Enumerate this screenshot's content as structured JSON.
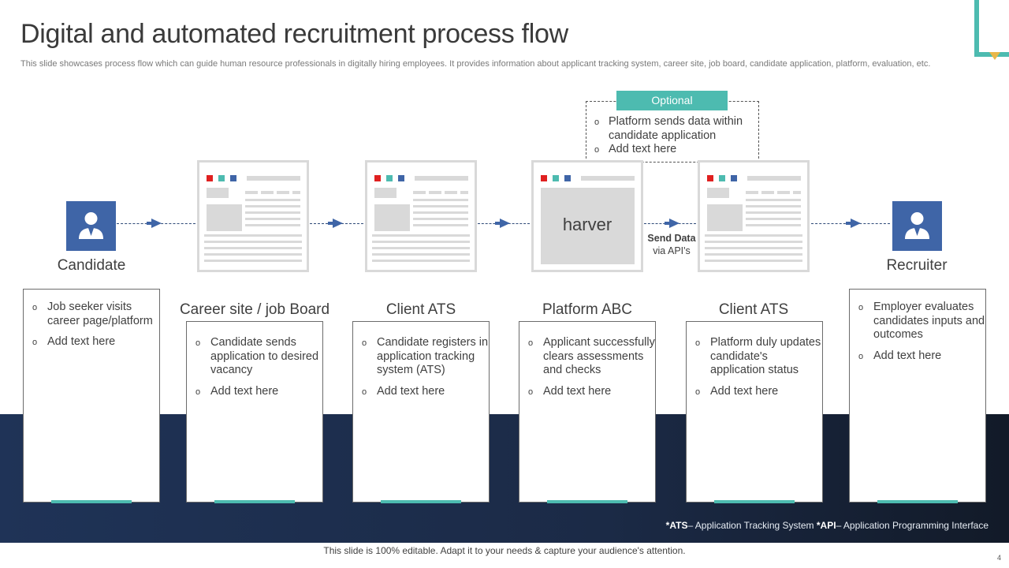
{
  "header": {
    "title": "Digital and automated recruitment process flow",
    "subtitle": "This slide showcases process flow which can guide human resource professionals in digitally hiring employees. It provides information about applicant tracking system, career site, job board, candidate application, platform, evaluation, etc."
  },
  "candidate": {
    "label": "Candidate",
    "icon": "person-icon",
    "bullets": [
      "Job seeker visits career page/platform",
      "Add text here"
    ]
  },
  "recruiter": {
    "label": "Recruiter",
    "icon": "person-icon",
    "bullets": [
      "Employer evaluates candidates inputs and outcomes",
      "Add text here"
    ]
  },
  "steps": [
    {
      "title": "Career site / job Board",
      "bullets": [
        "Candidate sends application to desired vacancy",
        "Add text here"
      ]
    },
    {
      "title": "Client ATS",
      "bullets": [
        "Candidate registers in application tracking system (ATS)",
        "Add text here"
      ]
    },
    {
      "title": "Platform ABC",
      "screen_text": "harver",
      "bullets": [
        "Applicant successfully clears assessments and checks",
        "Add text here"
      ]
    },
    {
      "title": "Client ATS",
      "bullets": [
        "Platform duly updates candidate's application status",
        "Add text here"
      ]
    }
  ],
  "optional": {
    "label": "Optional",
    "bullets": [
      "Platform sends data within candidate application",
      "Add text here"
    ]
  },
  "send_data": {
    "bold": "Send Data",
    "sub": "via API's"
  },
  "footnote": {
    "ats_abbr": "*ATS",
    "ats_text": "– Application Tracking System",
    "api_abbr": "*API",
    "api_text": "– Application Programming Interface"
  },
  "footer": {
    "editable_note": "This slide is 100% editable. Adapt it to your needs & capture your audience's attention.",
    "page_number": "4"
  },
  "colors": {
    "teal_accent": "#4dbbb0",
    "icon_blue": "#3f65a7",
    "navy_band": "#1f3357",
    "mockup_red": "#e02020"
  }
}
